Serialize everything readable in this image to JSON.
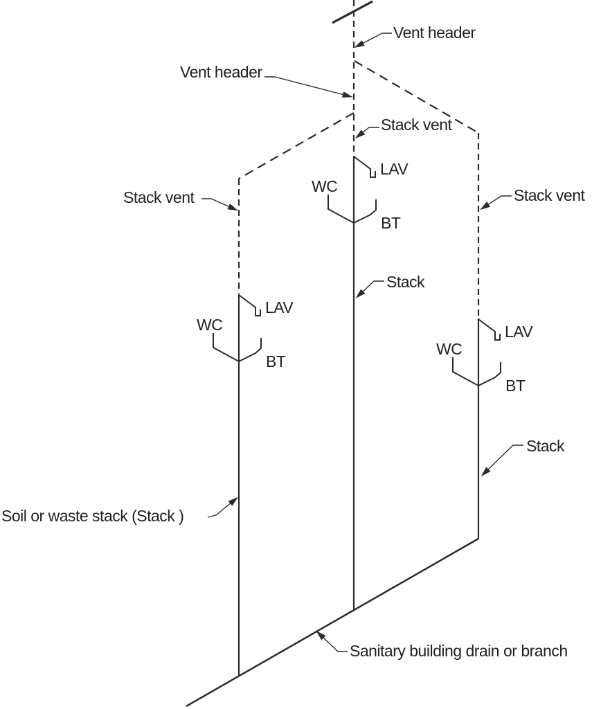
{
  "labels": {
    "vent_header_top": "Vent header",
    "vent_header_left": "Vent header",
    "stack_vent_center": "Stack vent",
    "stack_vent_left": "Stack vent",
    "stack_vent_right": "Stack vent",
    "stack_center": "Stack",
    "stack_right": "Stack",
    "soil_or_waste_stack": "Soil or waste stack (Stack )",
    "sanitary_drain": "Sanitary building drain or branch"
  },
  "fixture_groups": [
    {
      "id": "left",
      "lav": "LAV",
      "wc": "WC",
      "bt": "BT"
    },
    {
      "id": "center",
      "lav": "LAV",
      "wc": "WC",
      "bt": "BT"
    },
    {
      "id": "right",
      "lav": "LAV",
      "wc": "WC",
      "bt": "BT"
    }
  ],
  "colors": {
    "line": "#2b2a2c",
    "text": "#232021",
    "background": "#ffffff"
  }
}
